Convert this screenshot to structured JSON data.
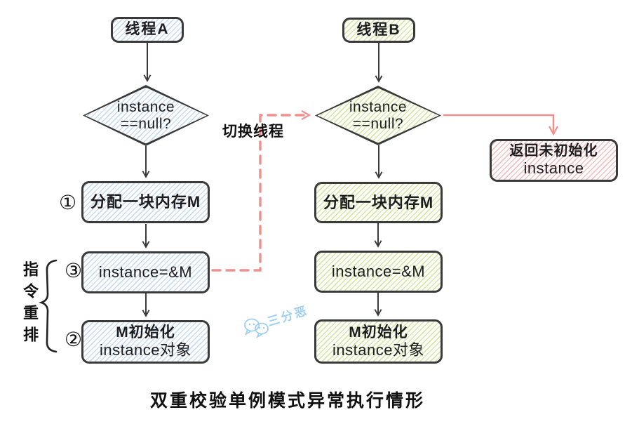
{
  "caption": "双重校验单例模式异常执行情形",
  "labels": {
    "switch_thread": "切换线程",
    "instruction_reorder": "指令重排",
    "circle_1": "①",
    "circle_2": "②",
    "circle_3": "③"
  },
  "thread_a": {
    "title": "线程A",
    "decision": {
      "line1": "instance",
      "line2": "==null?"
    },
    "step_alloc": "分配一块内存M",
    "step_assign": "instance=&M",
    "step_init": {
      "line1": "M初始化",
      "line2": "instance对象"
    }
  },
  "thread_b": {
    "title": "线程B",
    "decision": {
      "line1": "instance",
      "line2": "==null?"
    },
    "step_alloc": "分配一块内存M",
    "step_assign": "instance=&M",
    "step_init": {
      "line1": "M初始化",
      "line2": "instance对象"
    },
    "return_box": {
      "line1": "返回未初始化",
      "line2": "instance"
    }
  },
  "watermark": {
    "text": "三分恶",
    "icon": "wechat-chat-bubbles"
  },
  "colors": {
    "stroke_dark": "#3a3a3a",
    "hatch_blue": "#c9ddf3",
    "hatch_green": "#d7e7a6",
    "hatch_pink": "#f5c2c2",
    "arrow_red": "#f0908e",
    "watermark_blue": "#8ec8ef",
    "text_dark": "#1d1d1f"
  }
}
